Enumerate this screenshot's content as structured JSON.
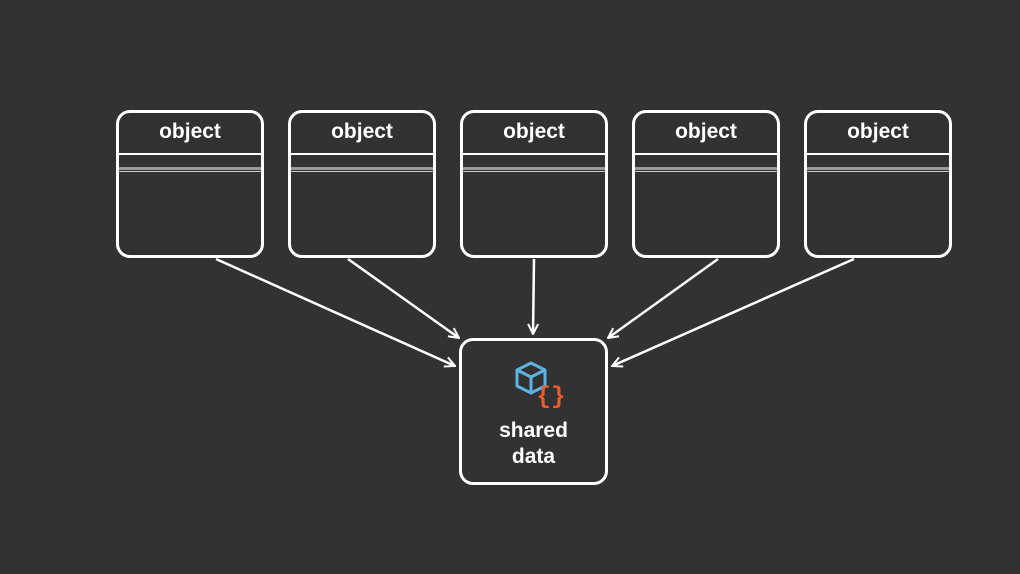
{
  "objects": [
    {
      "label": "object"
    },
    {
      "label": "object"
    },
    {
      "label": "object"
    },
    {
      "label": "object"
    },
    {
      "label": "object"
    }
  ],
  "shared": {
    "line1": "shared",
    "line2": "data",
    "icon": "cube-with-braces-icon",
    "icon_colors": {
      "cube": "#5ab4e6",
      "braces": "#ef5a2a"
    }
  },
  "colors": {
    "background": "#323232",
    "stroke": "#ffffff"
  }
}
